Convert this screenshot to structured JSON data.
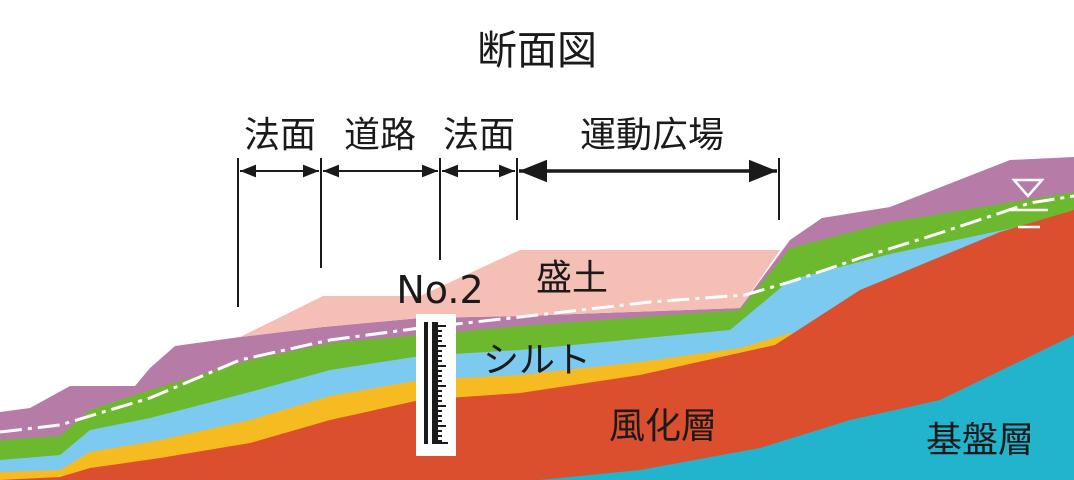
{
  "title": "断面図",
  "zones": {
    "slope_left": "法面",
    "road": "道路",
    "slope_right": "法面",
    "sports_ground": "運動広場"
  },
  "borehole": {
    "label": "No.2"
  },
  "layers": {
    "fill": "盛土",
    "silt": "シルト",
    "weathered": "風化層",
    "bedrock": "基盤層"
  },
  "groundwater_symbol": "water-table-icon",
  "colors": {
    "topsoil": "#b67ca7",
    "fill": "#f5bfb5",
    "green": "#6cb82e",
    "silt": "#7ccaf0",
    "sand": "#f7bb22",
    "weathered": "#dc4f2e",
    "bedrock": "#22b4cc"
  }
}
